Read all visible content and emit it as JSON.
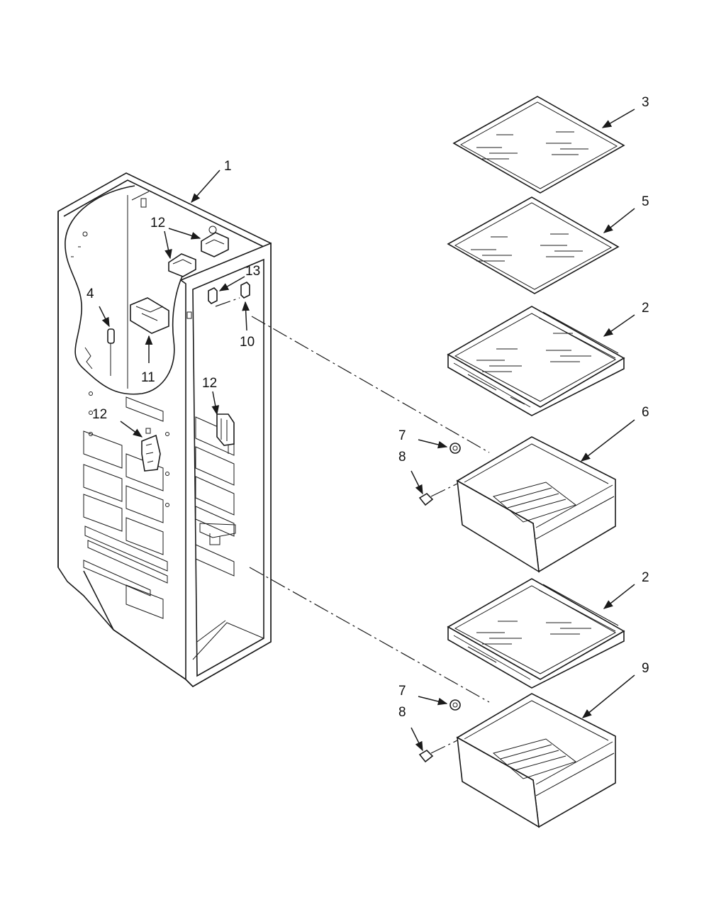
{
  "callouts": {
    "c1": "1",
    "c2a": "2",
    "c2b": "2",
    "c3": "3",
    "c4": "4",
    "c5": "5",
    "c6": "6",
    "c7a": "7",
    "c7b": "7",
    "c8a": "8",
    "c8b": "8",
    "c9": "9",
    "c10": "10",
    "c11": "11",
    "c12a": "12",
    "c12b": "12",
    "c12c": "12",
    "c13": "13"
  }
}
